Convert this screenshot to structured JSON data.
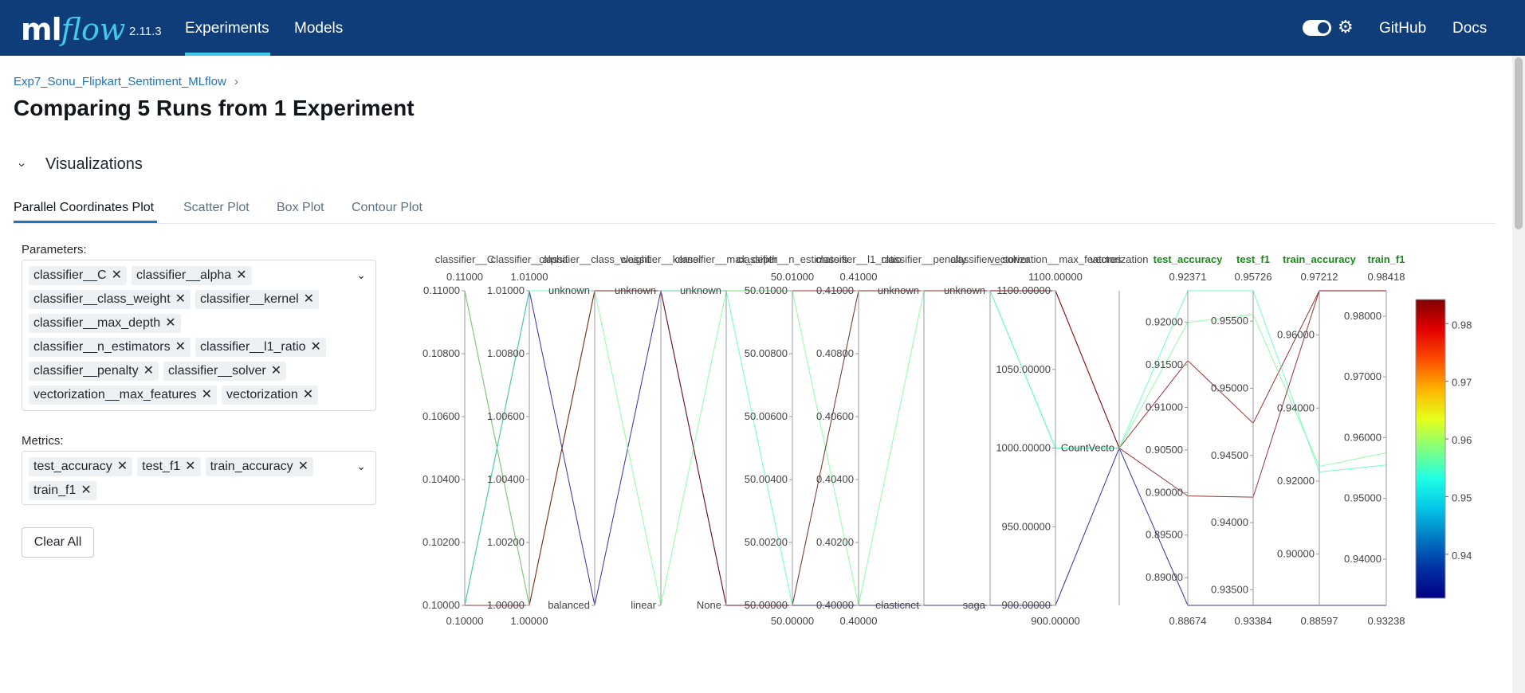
{
  "header": {
    "logo_ml": "ml",
    "logo_flow": "flow",
    "version": "2.11.3",
    "nav": [
      "Experiments",
      "Models"
    ],
    "github": "GitHub",
    "docs": "Docs"
  },
  "breadcrumb": {
    "experiment": "Exp7_Sonu_Flipkart_Sentiment_MLflow",
    "chevron": "›"
  },
  "page_title": "Comparing 5 Runs from 1 Experiment",
  "visualizations_label": "Visualizations",
  "tabs": [
    "Parallel Coordinates Plot",
    "Scatter Plot",
    "Box Plot",
    "Contour Plot"
  ],
  "parameters": {
    "label": "Parameters:",
    "chips": [
      "classifier__C",
      "classifier__alpha",
      "classifier__class_weight",
      "classifier__kernel",
      "classifier__max_depth",
      "classifier__n_estimators",
      "classifier__l1_ratio",
      "classifier__penalty",
      "classifier__solver",
      "vectorization__max_features",
      "vectorization"
    ]
  },
  "metrics": {
    "label": "Metrics:",
    "chips": [
      "test_accuracy",
      "test_f1",
      "train_accuracy",
      "train_f1"
    ]
  },
  "clear_all": "Clear All",
  "chart_data": {
    "type": "parallel_coordinates",
    "dimensions": [
      {
        "name": "classifier__C",
        "top": "0.11000",
        "bottom": "0.10000",
        "ticks": [
          "0.11000",
          "0.10800",
          "0.10600",
          "0.10400",
          "0.10200",
          "0.10000"
        ]
      },
      {
        "name": "classifier__alpha",
        "top": "1.01000",
        "bottom": "1.00000",
        "ticks": [
          "1.01000",
          "1.00800",
          "1.00600",
          "1.00400",
          "1.00200",
          "1.00000"
        ]
      },
      {
        "name": "classifier__class_weight",
        "ticks": [
          "unknown",
          "balanced"
        ]
      },
      {
        "name": "classifier__kernel",
        "ticks": [
          "unknown",
          "linear"
        ]
      },
      {
        "name": "classifier__max_depth",
        "ticks": [
          "unknown",
          "None"
        ]
      },
      {
        "name": "classifier__n_estimators",
        "top": "50.01000",
        "bottom": "50.00000",
        "ticks": [
          "50.01000",
          "50.00800",
          "50.00600",
          "50.00400",
          "50.00200",
          "50.00000"
        ]
      },
      {
        "name": "classifier__l1_ratio",
        "top": "0.41000",
        "bottom": "0.40000",
        "ticks": [
          "0.41000",
          "0.40800",
          "0.40600",
          "0.40400",
          "0.40200",
          "0.40000"
        ]
      },
      {
        "name": "classifier__penalty",
        "ticks": [
          "unknown",
          "elasticnet"
        ]
      },
      {
        "name": "classifier__solver",
        "ticks": [
          "unknown",
          "saga"
        ]
      },
      {
        "name": "vectorization__max_features",
        "top": "1100.00000",
        "bottom": "900.00000",
        "ticks": [
          "1100.00000",
          "1050.00000",
          "1000.00000",
          "950.00000",
          "900.00000"
        ]
      },
      {
        "name": "vectorization",
        "ticks": [
          "CountVecto"
        ]
      },
      {
        "name": "test_accuracy",
        "top": "0.92371",
        "bottom": "0.88674",
        "ticks": [
          "0.92000",
          "0.91500",
          "0.91000",
          "0.90500",
          "0.90000",
          "0.89500",
          "0.89000"
        ]
      },
      {
        "name": "test_f1",
        "top": "0.95726",
        "bottom": "0.93384",
        "ticks": [
          "0.95500",
          "0.95000",
          "0.94500",
          "0.94000",
          "0.93500"
        ]
      },
      {
        "name": "train_accuracy",
        "top": "0.97212",
        "bottom": "0.88597",
        "ticks": [
          "0.96000",
          "0.94000",
          "0.92000",
          "0.90000"
        ]
      },
      {
        "name": "train_f1",
        "top": "0.98418",
        "bottom": "0.93238",
        "ticks": [
          "0.98000",
          "0.97000",
          "0.96000",
          "0.95000",
          "0.94000"
        ]
      }
    ],
    "runs": [
      {
        "classifier__C": 0.11,
        "classifier__alpha": 1.0,
        "classifier__class_weight": "unknown",
        "classifier__kernel": "unknown",
        "classifier__max_depth": "unknown",
        "classifier__n_estimators": 50.01,
        "classifier__l1_ratio": 0.41,
        "classifier__penalty": "unknown",
        "classifier__solver": "unknown",
        "vectorization__max_features": 1100,
        "vectorization": "CountVecto",
        "test_accuracy": 0.9155,
        "test_f1": 0.9474,
        "train_accuracy": 0.97212,
        "train_f1": 0.98418,
        "color_value": 0.98418
      },
      {
        "classifier__C": 0.1,
        "classifier__alpha": 1.01,
        "classifier__class_weight": "balanced",
        "classifier__kernel": "unknown",
        "classifier__max_depth": "None",
        "classifier__n_estimators": 50.0,
        "classifier__l1_ratio": 0.4,
        "classifier__penalty": "elasticnet",
        "classifier__solver": "saga",
        "vectorization__max_features": 900,
        "vectorization": "CountVecto",
        "test_accuracy": 0.88674,
        "test_f1": 0.93384,
        "train_accuracy": 0.88597,
        "train_f1": 0.93238,
        "color_value": 0.93238
      },
      {
        "classifier__C": 0.11,
        "classifier__alpha": 1.0,
        "classifier__class_weight": "unknown",
        "classifier__kernel": "linear",
        "classifier__max_depth": "unknown",
        "classifier__n_estimators": 50.01,
        "classifier__l1_ratio": 0.4,
        "classifier__penalty": "unknown",
        "classifier__solver": "unknown",
        "vectorization__max_features": 1000,
        "vectorization": "CountVecto",
        "test_accuracy": 0.92,
        "test_f1": 0.9555,
        "train_accuracy": 0.924,
        "train_f1": 0.9575,
        "color_value": 0.9575
      },
      {
        "classifier__C": 0.1,
        "classifier__alpha": 1.01,
        "classifier__class_weight": "unknown",
        "classifier__kernel": "unknown",
        "classifier__max_depth": "unknown",
        "classifier__n_estimators": 50.0,
        "classifier__l1_ratio": 0.41,
        "classifier__penalty": "unknown",
        "classifier__solver": "unknown",
        "vectorization__max_features": 1000,
        "vectorization": "CountVecto",
        "test_accuracy": 0.92371,
        "test_f1": 0.95726,
        "train_accuracy": 0.9225,
        "train_f1": 0.9555,
        "color_value": 0.9555
      },
      {
        "classifier__C": 0.1,
        "classifier__alpha": 1.0,
        "classifier__class_weight": "unknown",
        "classifier__kernel": "unknown",
        "classifier__max_depth": "None",
        "classifier__n_estimators": 50.0,
        "classifier__l1_ratio": 0.41,
        "classifier__penalty": "unknown",
        "classifier__solver": "unknown",
        "vectorization__max_features": 1100,
        "vectorization": "CountVecto",
        "test_accuracy": 0.8996,
        "test_f1": 0.9419,
        "train_accuracy": 0.97212,
        "train_f1": 0.98418,
        "color_value": 0.98418
      }
    ],
    "colorbar": {
      "ticks": [
        "0.98",
        "0.97",
        "0.96",
        "0.95",
        "0.94"
      ],
      "colorscale": "Jet",
      "range": [
        0.93238,
        0.98418
      ]
    }
  }
}
